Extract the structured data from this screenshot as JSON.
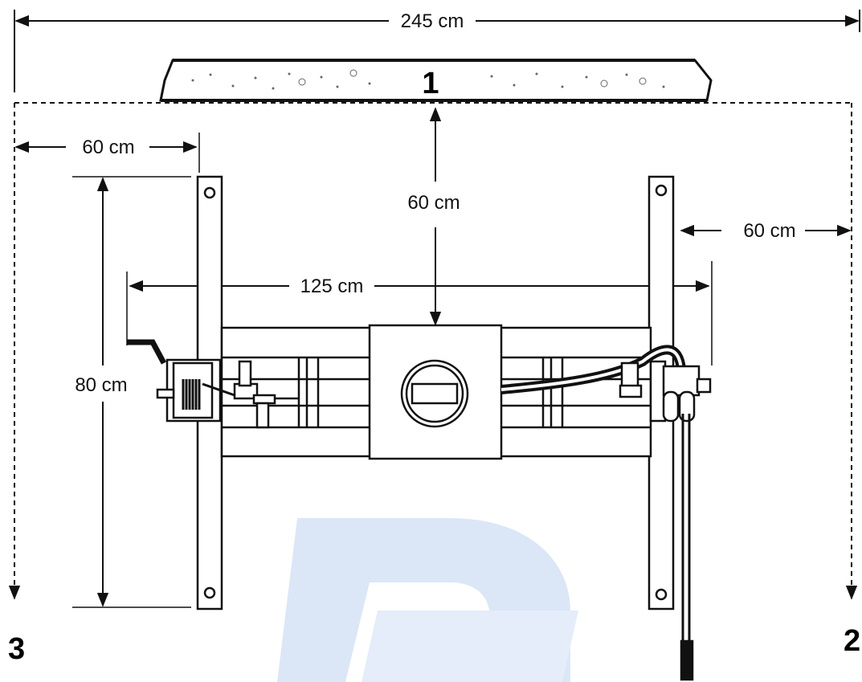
{
  "diagram": {
    "callouts": {
      "wall": "1",
      "side_right": "2",
      "side_left": "3"
    },
    "dimensions": {
      "overall_width": "245 cm",
      "left_clearance": "60 cm",
      "front_clearance": "60 cm",
      "right_clearance": "60 cm",
      "rail_span": "125 cm",
      "rail_height": "80 cm"
    },
    "colors": {
      "line": "#111111",
      "watermark": "#dbe7f7"
    }
  }
}
